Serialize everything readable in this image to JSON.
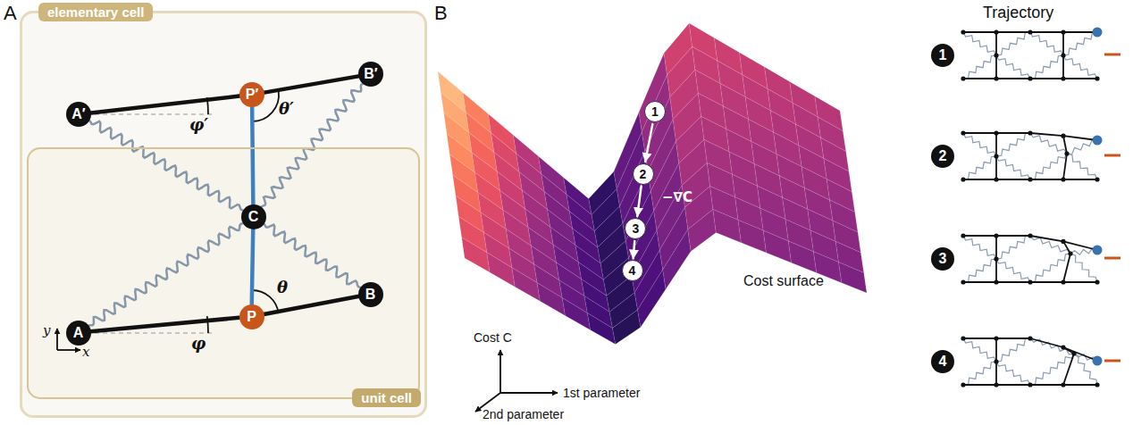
{
  "diagram": {
    "nodes": [
      {
        "text": [
          "elementary cell"
        ]
      },
      {
        "text": [
          "unit cell"
        ],
        "in": 0
      },
      {
        "text": [
          "A′"
        ],
        "in": 0
      },
      {
        "text": [
          "P′"
        ],
        "in": 0
      },
      {
        "text": [
          "B′"
        ],
        "in": 0
      },
      {
        "text": [
          "C"
        ],
        "in": 1
      },
      {
        "text": [
          "P"
        ],
        "in": 1
      },
      {
        "text": [
          "A"
        ],
        "in": 1
      },
      {
        "text": [
          "B"
        ],
        "in": 1
      },
      {
        "text": [
          "1"
        ]
      },
      {
        "text": [
          "2"
        ]
      },
      {
        "text": [
          "3"
        ]
      },
      {
        "text": [
          "4"
        ]
      },
      {
        "text": [
          "1"
        ]
      },
      {
        "text": [
          "2"
        ]
      },
      {
        "text": [
          "3"
        ]
      },
      {
        "text": [
          "4"
        ]
      }
    ],
    "edges": [
      {
        "from": 2,
        "to": 3,
        "arrow": "none"
      },
      {
        "from": 3,
        "to": 4,
        "arrow": "none"
      },
      {
        "from": 3,
        "to": 5,
        "arrow": "none"
      },
      {
        "from": 5,
        "to": 6,
        "arrow": "none"
      },
      {
        "from": 7,
        "to": 6,
        "arrow": "none"
      },
      {
        "from": 6,
        "to": 8,
        "arrow": "none"
      },
      {
        "from": 7,
        "to": 5,
        "arrow": "none"
      },
      {
        "from": 5,
        "to": 8,
        "arrow": "none"
      },
      {
        "from": 2,
        "to": 5,
        "arrow": "none"
      },
      {
        "from": 5,
        "to": 4,
        "arrow": "none"
      },
      {
        "from": 9,
        "to": 10,
        "arrow": "to"
      },
      {
        "from": 10,
        "to": 11,
        "arrow": "to"
      },
      {
        "from": 11,
        "to": 12,
        "arrow": "to"
      }
    ],
    "labels": [
      "A",
      "B",
      "φ",
      "θ",
      "φ′",
      "θ′",
      "y",
      "x",
      "−∇C",
      "Cost C",
      "1st parameter",
      "2nd parameter",
      "Cost surface",
      "Trajectory"
    ]
  }
}
